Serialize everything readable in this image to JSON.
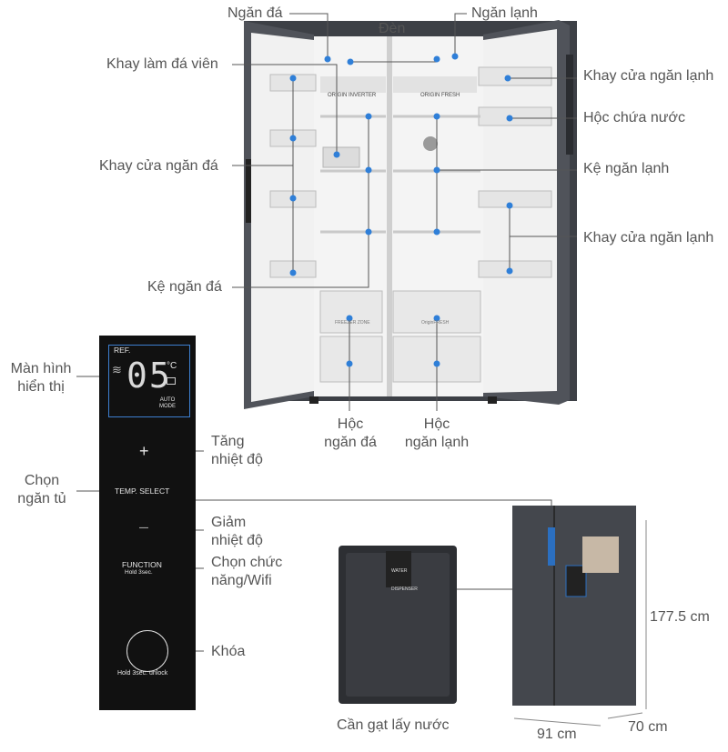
{
  "fridge_labels": {
    "ngan_da": "Ngăn đá",
    "den": "Đèn",
    "ngan_lanh": "Ngăn lạnh",
    "khay_lam_da_vien": "Khay làm đá viên",
    "khay_cua_ngan_lanh_top": "Khay cửa ngăn lạnh",
    "hoc_chua_nuoc": "Hộc chứa nước",
    "khay_cua_ngan_da": "Khay cửa ngăn đá",
    "ke_ngan_lanh": "Kệ ngăn lạnh",
    "khay_cua_ngan_lanh_mid": "Khay cửa ngăn lạnh",
    "ke_ngan_da": "Kệ ngăn đá",
    "hoc_ngan_da": "Hộc\nngăn đá",
    "hoc_ngan_lanh": "Hộc\nngăn lạnh"
  },
  "panel_labels": {
    "man_hinh_hien_thi": "Màn hình\nhiển thị",
    "tang_nhiet_do": "Tăng\nnhiệt độ",
    "chon_ngan_tu": "Chọn\nngăn tủ",
    "giam_nhiet_do": "Giảm\nnhiệt độ",
    "chon_chuc_nang": "Chọn chức\nnăng/Wifi",
    "khoa": "Khóa"
  },
  "panel_text": {
    "ref": "REF.",
    "digits": "05",
    "unit": "°C",
    "auto_mode": "AUTO\nMODE",
    "plus": "+",
    "temp_select": "TEMP. SELECT",
    "minus": "—",
    "function": "FUNCTION",
    "hold": "Hold 3sec.",
    "hold_unlock": "Hold 3sec. unlock"
  },
  "inner_text": {
    "origin_inverter": "ORIGIN INVERTER",
    "origin_fresh": "ORIGIN FRESH",
    "freezer_drawer": "FREEZER ZONE",
    "fresh_drawer": "OriginFRESH"
  },
  "bottom_labels": {
    "can_gat": "Cần gạt lấy nước",
    "water_tag": "WATER\nDISPENSER",
    "height": "177.5 cm",
    "width": "91 cm",
    "depth": "70 cm"
  },
  "colors": {
    "callout_blue": "#2f7fd8",
    "line_gray": "#555555",
    "fridge_body": "#3d4046",
    "panel_bg": "#111111"
  },
  "icons": {
    "wifi": "wifi-icon",
    "lock": "lock-icon",
    "fridge_side": "fridge-icon",
    "dispenser": "water-dispenser-icon"
  }
}
